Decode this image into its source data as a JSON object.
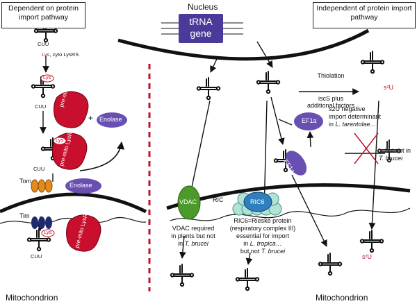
{
  "header": {
    "left_box": "Dependent on protein import pathway",
    "right_box": "Independent of protein import pathway",
    "nucleus": "Nucleus",
    "gene_line1": "tRNA",
    "gene_line2": "gene"
  },
  "left": {
    "anticodon": "CUU",
    "lys": "Lys",
    "lys_note": ", cyto LysRS",
    "lysrs_label": "pre-mito LysRS",
    "plus": "+",
    "enolase": "Enolase",
    "tom": "Tom",
    "tim": "Tim",
    "footer": "Mitochondrion"
  },
  "right": {
    "thiolation": "Thiolation",
    "iscs": "iscS plus",
    "additional": "additional factors",
    "s2u": "s²U",
    "s2u_note_l1": "s2U  negative",
    "s2u_note_l2": "import determinant",
    "s2u_note_l3_pre": "in ",
    "s2u_note_l3_it": "L. tarentolae…",
    "not_in_l1": "…but not in",
    "not_in_l2": "T. brucei",
    "ef1a": "EF1a",
    "vdac": "VDAC",
    "ric": "RIC",
    "ric6": "RIC6",
    "vdac_note_l1": "VDAC required",
    "vdac_note_l2": "in plants but not",
    "vdac_note_l3_pre": "in ",
    "vdac_note_l3_it": "T. brucei",
    "ric6_note_l1": "RIC6=Rieske protein",
    "ric6_note_l2": "(respiratory complex III)",
    "ric6_note_l3": "essential for import",
    "ric6_note_l4_pre": "in ",
    "ric6_note_l4_it": "L. tropica…",
    "ric6_note_l5_pre": "but not ",
    "ric6_note_l5_it": "T. brucei",
    "footer": "Mitochondrion"
  },
  "colors": {
    "gene": "#4b3a9a",
    "lysrs": "#c8102e",
    "enolase": "#6a4fb3",
    "tom": "#e38a1e",
    "tim": "#1e2a6e",
    "vdac": "#4c9a2a",
    "ric": "#2f7fbf",
    "divider": "#c0132b"
  }
}
